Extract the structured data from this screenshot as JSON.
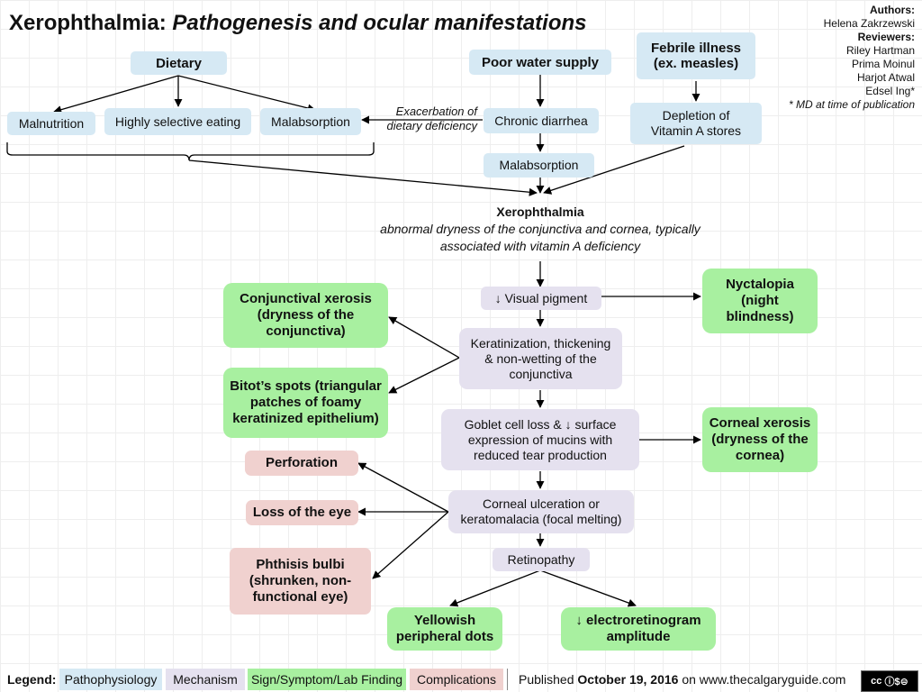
{
  "title": {
    "main": "Xerophthalmia:",
    "sub": "Pathogenesis and ocular manifestations"
  },
  "credits": {
    "authors_label": "Authors:",
    "authors": "Helena Zakrzewski",
    "reviewers_label": "Reviewers:",
    "reviewers": [
      "Riley Hartman",
      "Prima Moinul",
      "Harjot Atwal",
      "Edsel Ing*"
    ],
    "note": "* MD at time of publication"
  },
  "nodes": {
    "dietary": "Dietary",
    "malnutrition": "Malnutrition",
    "selective": "Highly selective eating",
    "malabsorption1": "Malabsorption",
    "water": "Poor water supply",
    "diarrhea": "Chronic diarrhea",
    "malabsorption2": "Malabsorption",
    "febrile": "Febrile illness\n(ex. measles)",
    "depletion": "Depletion of\nVitamin A stores",
    "visual_pigment": "↓ Visual pigment",
    "keratinization": "Keratinization, thickening\n& non-wetting of the\nconjunctiva",
    "goblet": "Goblet cell loss & ↓ surface\nexpression of mucins with\nreduced tear production",
    "ulceration": "Corneal ulceration or\nkeratomalacia (focal melting)",
    "retinopathy": "Retinopathy",
    "nyctalopia": "Nyctalopia\n(night\nblindness)",
    "corneal_xerosis": "Corneal xerosis\n(dryness of the\ncornea)",
    "conj_xerosis": "Conjunctival xerosis\n(dryness of the\nconjunctiva)",
    "bitot": "Bitot’s spots (triangular\npatches of foamy\nkeratinized epithelium)",
    "perforation": "Perforation",
    "loss_eye": "Loss of the eye",
    "phthisis": "Phthisis bulbi\n(shrunken, non-\nfunctional eye)",
    "yellowish": "Yellowish\nperipheral dots",
    "erg": "↓ electroretinogram\namplitude"
  },
  "exacerbation": "Exacerbation of\ndietary deficiency",
  "xerophthalmia": {
    "title": "Xerophthalmia",
    "definition": "abnormal dryness of the conjunctiva and cornea, typically\nassociated with vitamin A deficiency"
  },
  "legend": {
    "label": "Legend:",
    "items": [
      "Pathophysiology",
      "Mechanism",
      "Sign/Symptom/Lab Finding",
      "Complications"
    ],
    "published_prefix": "Published",
    "published_date": "October 19, 2016",
    "published_suffix": "on www.thecalgaryguide.com",
    "license": "cc"
  },
  "colors": {
    "pathophysiology": "#d6e9f4",
    "mechanism": "#e5e1ef",
    "sign": "#a8f0a0",
    "complications": "#f0d1cf"
  }
}
